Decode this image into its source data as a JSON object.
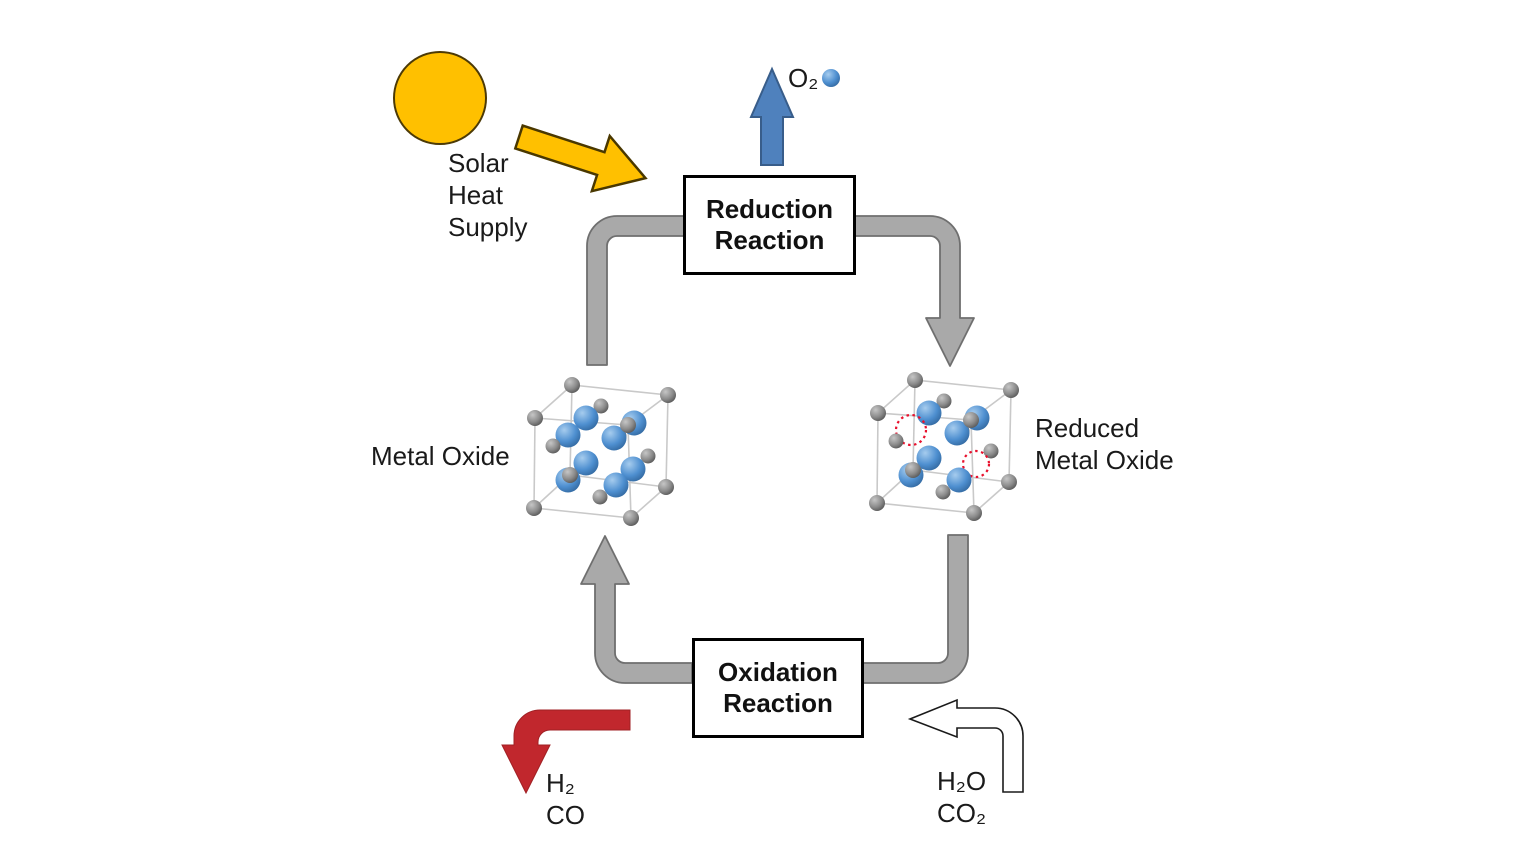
{
  "diagram": {
    "sun_label_lines": [
      "Solar",
      "Heat",
      "Supply"
    ],
    "o2_label": "O₂",
    "reduction_box_lines": [
      "Reduction",
      "Reaction"
    ],
    "oxidation_box_lines": [
      "Oxidation",
      "Reaction"
    ],
    "metal_oxide_label": "Metal Oxide",
    "reduced_metal_oxide_lines": [
      "Reduced",
      "Metal Oxide"
    ],
    "fuel_product_lines": [
      "H₂",
      "CO"
    ],
    "oxidizer_input_lines": [
      "H₂O",
      "CO₂"
    ]
  },
  "colors": {
    "sun_fill": "#FFC000",
    "solar_arrow_fill": "#FFC000",
    "o2_arrow_fill": "#4F81BD",
    "pipe_fill": "#A9A9A9",
    "fuel_arrow_fill": "#C1272D",
    "steam_arrow_fill": "#FFFFFF",
    "vacancy_outline": "#E8112D",
    "lattice_line": "#C9C9C9",
    "oxygen_atom_highlight": "#A6CCEE",
    "oxygen_atom_mid": "#4E8FD0",
    "oxygen_atom_shadow": "#2B5E93",
    "metal_atom_highlight": "#C6C6C6",
    "metal_atom_mid": "#8A8A8A",
    "metal_atom_shadow": "#474747"
  }
}
